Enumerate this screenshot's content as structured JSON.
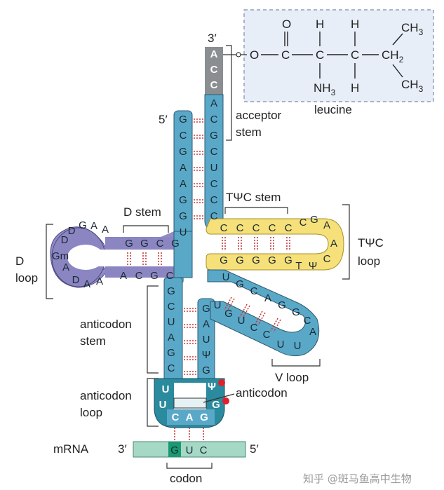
{
  "labels": {
    "three_prime_top": "3′",
    "five_prime_top": "5′",
    "acceptor_stem": "acceptor\nstem",
    "leucine": "leucine",
    "twc_stem": "TΨC stem",
    "twc_loop": "TΨC\nloop",
    "d_stem": "D stem",
    "d_loop": "D\nloop",
    "anticodon_stem": "anticodon\nstem",
    "anticodon_loop": "anticodon\nloop",
    "anticodon": "anticodon",
    "v_loop": "V loop",
    "mrna": "mRNA",
    "mrna_three": "3′",
    "mrna_five": "5′",
    "codon": "codon",
    "watermark": "知乎 @斑马鱼高中生物"
  },
  "chem": {
    "O_top": "O",
    "O_link": "O",
    "C_carbonyl": "C",
    "C_alpha": "C",
    "C_beta": "C",
    "CH_branch": "CH",
    "CH2_sub": "2",
    "CH3_a": "CH",
    "CH3_a_sub": "3",
    "CH3_b": "CH",
    "CH3_b_sub": "3",
    "H_a": "H",
    "H_b": "H",
    "H_c": "H",
    "NH3": "NH",
    "NH3_sub": "3"
  },
  "sequences": {
    "acceptor_top": [
      "A",
      "C",
      "C"
    ],
    "acceptor_3prime_strand": [
      "A",
      "C",
      "G",
      "C",
      "U",
      "C",
      "C",
      "C"
    ],
    "acceptor_5prime_strand": [
      "G",
      "C",
      "G",
      "A",
      "A",
      "G",
      "G",
      "U"
    ],
    "twc_stem_top": [
      "C",
      "C",
      "C",
      "C",
      "C"
    ],
    "twc_stem_bottom": [
      "G",
      "G",
      "G",
      "G",
      "G"
    ],
    "twc_loop": [
      "C",
      "G",
      "A",
      "A",
      "C",
      "Ψ",
      "T"
    ],
    "d_stem_top": [
      "G",
      "C",
      "G",
      "G"
    ],
    "d_stem_bottom": [
      "A",
      "C",
      "G",
      "C"
    ],
    "d_loop": [
      "A",
      "A",
      "G",
      "D",
      "D",
      "Gm",
      "A",
      "D",
      "A",
      "A"
    ],
    "anticodon_stem_left": [
      "G",
      "C",
      "U",
      "A",
      "G",
      "C"
    ],
    "anticodon_stem_right": [
      "G",
      "A",
      "U",
      "Ψ",
      "G"
    ],
    "v_arm_top": [
      "U",
      "G",
      "C",
      "A",
      "G",
      "G",
      "C"
    ],
    "v_arm_bottom": [
      "U",
      "G",
      "U",
      "C",
      "C",
      "U",
      "U",
      "A"
    ],
    "anticodon_loop_left": [
      "U",
      "U"
    ],
    "anticodon_loop_right": [
      "Ψ",
      "G"
    ],
    "anticodon": [
      "C",
      "A",
      "G"
    ],
    "codon": [
      "G",
      "U",
      "C"
    ]
  },
  "colors": {
    "acceptor_stem": "#5aa8c8",
    "acceptor_top": "#8a8e90",
    "twc_arm": "#f5e07a",
    "d_arm": "#8b85c2",
    "anticodon_loop": "#2a8a9e",
    "mrna": "#a6d8c6",
    "codon_highlight": "#1a9a72",
    "pair_lines": "#c83a3a",
    "leucine_box_bg": "#e8eef8",
    "leucine_box_border": "#7a8aa8",
    "modification_dot": "#e0202a"
  }
}
